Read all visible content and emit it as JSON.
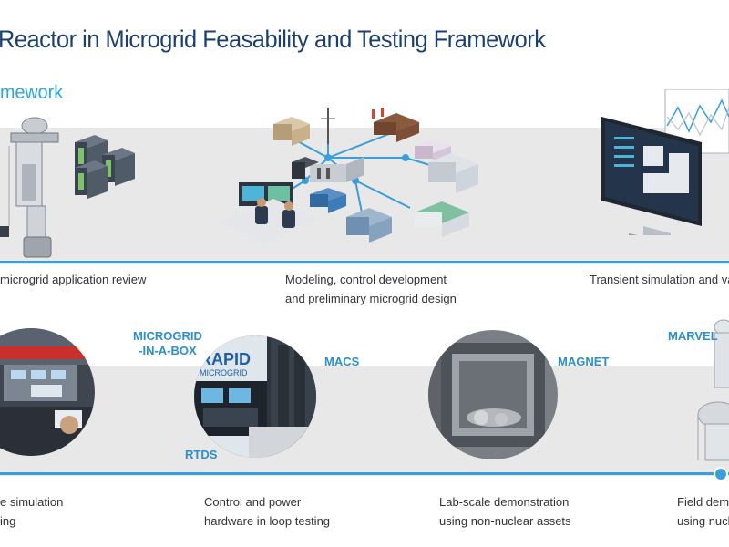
{
  "header": {
    "title": "Reactor in Microgrid Feasability and Testing Framework",
    "subtitle": "mework"
  },
  "top_row": {
    "captions": [
      "microgrid application review",
      "Modeling, control development",
      "and preliminary microgrid design",
      "Transient simulation and val"
    ]
  },
  "bottom_row": {
    "tags": {
      "microgrid_box_1": "MICROGRID",
      "microgrid_box_2": "-IN-A-BOX",
      "macs": "MACS",
      "rtds": "RTDS",
      "magnet": "MAGNET",
      "marvel": "MARVEL",
      "container_text_1": "RAPID",
      "container_text_2": "MICROGRID"
    },
    "captions": {
      "c1_line1": "e simulation",
      "c1_line2": "ing",
      "c2_line1": "Control and power",
      "c2_line2": "hardware in loop testing",
      "c3_line1": "Lab-scale demonstration",
      "c3_line2": "using non-nuclear assets",
      "c4_line1": "Field demo",
      "c4_line2": "using nucle"
    }
  },
  "colors": {
    "title": "#1b3f73",
    "accent": "#29a6de",
    "band": "#e8e8e8"
  }
}
